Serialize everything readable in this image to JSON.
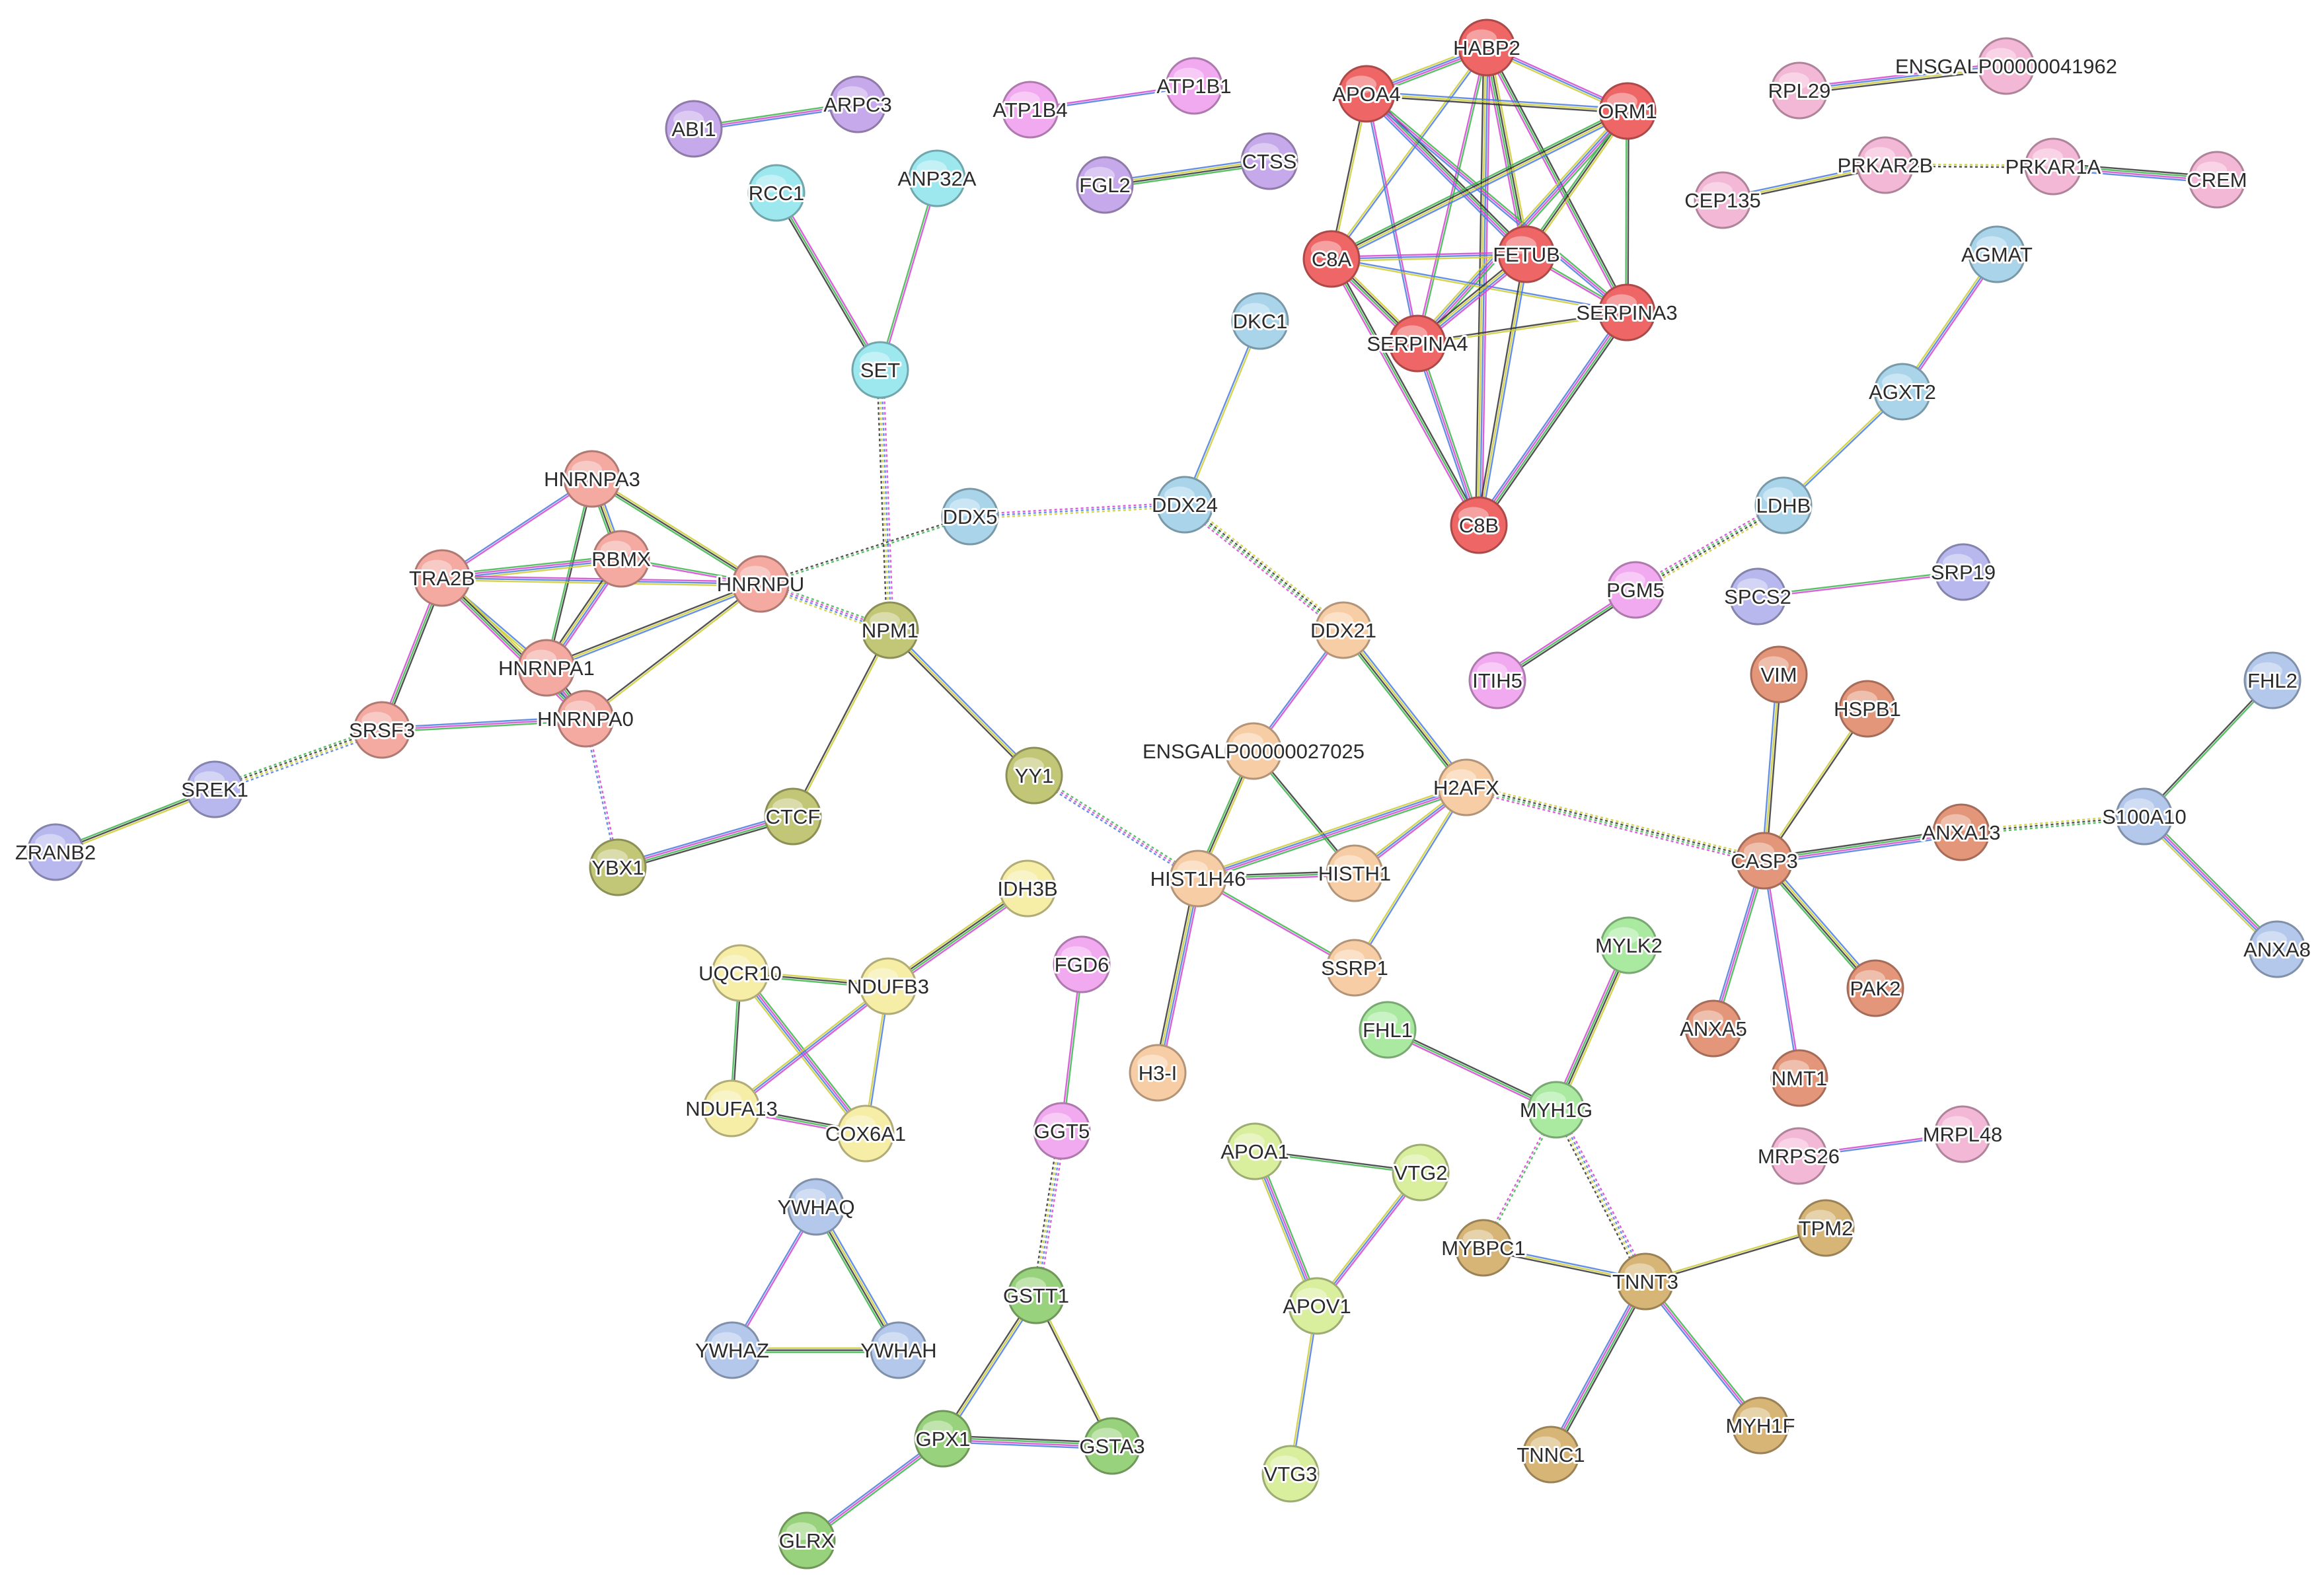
{
  "colors": {
    "red": "#ef6666",
    "salmon": "#f4a9a1",
    "peach": "#f7cda6",
    "coral": "#e4967b",
    "olive": "#c2c777",
    "yellow": "#f6eda6",
    "lightgreen": "#d9ef9e",
    "green": "#99d27c",
    "mint": "#a9eaa0",
    "tan": "#d7b577",
    "cyan": "#9de8ef",
    "skyblue": "#a9d4ea",
    "blue": "#b3c8eb",
    "lavender": "#b8b8ef",
    "purple": "#c6a9ea",
    "magenta": "#f1aaf0",
    "pink": "#f3b8d6"
  },
  "nodes": [
    {
      "id": "HABP2",
      "color": "red"
    },
    {
      "id": "APOA4",
      "color": "red"
    },
    {
      "id": "ORM1",
      "color": "red"
    },
    {
      "id": "C8A",
      "color": "red"
    },
    {
      "id": "FETUB",
      "color": "red"
    },
    {
      "id": "SERPINA3",
      "color": "red"
    },
    {
      "id": "SERPINA4",
      "color": "red"
    },
    {
      "id": "C8B",
      "color": "red"
    },
    {
      "id": "HNRNPA3",
      "color": "salmon"
    },
    {
      "id": "TRA2B",
      "color": "salmon"
    },
    {
      "id": "RBMX",
      "color": "salmon"
    },
    {
      "id": "HNRNPU",
      "color": "salmon"
    },
    {
      "id": "HNRNPA1",
      "color": "salmon"
    },
    {
      "id": "HNRNPA0",
      "color": "salmon"
    },
    {
      "id": "SRSF3",
      "color": "salmon"
    },
    {
      "id": "DDX21",
      "color": "peach"
    },
    {
      "id": "ENSGALP00000027025",
      "color": "peach"
    },
    {
      "id": "H2AFX",
      "color": "peach"
    },
    {
      "id": "HIST1H46",
      "color": "peach"
    },
    {
      "id": "HISTH1",
      "color": "peach"
    },
    {
      "id": "SSRP1",
      "color": "peach"
    },
    {
      "id": "H3-I",
      "color": "peach"
    },
    {
      "id": "VIM",
      "color": "coral"
    },
    {
      "id": "HSPB1",
      "color": "coral"
    },
    {
      "id": "CASP3",
      "color": "coral"
    },
    {
      "id": "ANXA13",
      "color": "coral"
    },
    {
      "id": "ANXA5",
      "color": "coral"
    },
    {
      "id": "NMT1",
      "color": "coral"
    },
    {
      "id": "PAK2",
      "color": "coral"
    },
    {
      "id": "NPM1",
      "color": "olive"
    },
    {
      "id": "YY1",
      "color": "olive"
    },
    {
      "id": "CTCF",
      "color": "olive"
    },
    {
      "id": "YBX1",
      "color": "olive"
    },
    {
      "id": "IDH3B",
      "color": "yellow"
    },
    {
      "id": "UQCR10",
      "color": "yellow"
    },
    {
      "id": "NDUFB3",
      "color": "yellow"
    },
    {
      "id": "NDUFA13",
      "color": "yellow"
    },
    {
      "id": "COX6A1",
      "color": "yellow"
    },
    {
      "id": "APOA1",
      "color": "lightgreen"
    },
    {
      "id": "VTG2",
      "color": "lightgreen"
    },
    {
      "id": "APOV1",
      "color": "lightgreen"
    },
    {
      "id": "VTG3",
      "color": "lightgreen"
    },
    {
      "id": "GSTT1",
      "color": "green"
    },
    {
      "id": "GPX1",
      "color": "green"
    },
    {
      "id": "GSTA3",
      "color": "green"
    },
    {
      "id": "GLRX",
      "color": "green"
    },
    {
      "id": "MYLK2",
      "color": "mint"
    },
    {
      "id": "FHL1",
      "color": "mint"
    },
    {
      "id": "MYH1G",
      "color": "mint"
    },
    {
      "id": "MYBPC1",
      "color": "tan"
    },
    {
      "id": "TNNT3",
      "color": "tan"
    },
    {
      "id": "TPM2",
      "color": "tan"
    },
    {
      "id": "TNNC1",
      "color": "tan"
    },
    {
      "id": "MYH1F",
      "color": "tan"
    },
    {
      "id": "RCC1",
      "color": "cyan"
    },
    {
      "id": "ANP32A",
      "color": "cyan"
    },
    {
      "id": "SET",
      "color": "cyan"
    },
    {
      "id": "AGMAT",
      "color": "skyblue"
    },
    {
      "id": "AGXT2",
      "color": "skyblue"
    },
    {
      "id": "LDHB",
      "color": "skyblue"
    },
    {
      "id": "DKC1",
      "color": "skyblue"
    },
    {
      "id": "DDX5",
      "color": "skyblue"
    },
    {
      "id": "DDX24",
      "color": "skyblue"
    },
    {
      "id": "FHL2",
      "color": "blue"
    },
    {
      "id": "S100A10",
      "color": "blue"
    },
    {
      "id": "ANXA8",
      "color": "blue"
    },
    {
      "id": "YWHAQ",
      "color": "blue"
    },
    {
      "id": "YWHAZ",
      "color": "blue"
    },
    {
      "id": "YWHAH",
      "color": "blue"
    },
    {
      "id": "SREK1",
      "color": "lavender"
    },
    {
      "id": "ZRANB2",
      "color": "lavender"
    },
    {
      "id": "SPCS2",
      "color": "lavender"
    },
    {
      "id": "SRP19",
      "color": "lavender"
    },
    {
      "id": "ABI1",
      "color": "purple"
    },
    {
      "id": "ARPC3",
      "color": "purple"
    },
    {
      "id": "FGL2",
      "color": "purple"
    },
    {
      "id": "CTSS",
      "color": "purple"
    },
    {
      "id": "ATP1B4",
      "color": "magenta"
    },
    {
      "id": "ATP1B1",
      "color": "magenta"
    },
    {
      "id": "FGD6",
      "color": "magenta"
    },
    {
      "id": "GGT5",
      "color": "magenta"
    },
    {
      "id": "PGM5",
      "color": "magenta"
    },
    {
      "id": "ITIH5",
      "color": "magenta"
    },
    {
      "id": "RPL29",
      "color": "pink"
    },
    {
      "id": "ENSGALP00000041962",
      "color": "pink"
    },
    {
      "id": "CEP135",
      "color": "pink"
    },
    {
      "id": "PRKAR2B",
      "color": "pink"
    },
    {
      "id": "PRKAR1A",
      "color": "pink"
    },
    {
      "id": "CREM",
      "color": "pink"
    },
    {
      "id": "MRPS26",
      "color": "pink"
    },
    {
      "id": "MRPL48",
      "color": "pink"
    }
  ],
  "edges": [
    [
      "HABP2",
      "APOA4"
    ],
    [
      "HABP2",
      "ORM1"
    ],
    [
      "HABP2",
      "C8A"
    ],
    [
      "HABP2",
      "FETUB"
    ],
    [
      "HABP2",
      "SERPINA3"
    ],
    [
      "HABP2",
      "SERPINA4"
    ],
    [
      "HABP2",
      "C8B"
    ],
    [
      "APOA4",
      "ORM1"
    ],
    [
      "APOA4",
      "C8A"
    ],
    [
      "APOA4",
      "FETUB"
    ],
    [
      "APOA4",
      "SERPINA3"
    ],
    [
      "APOA4",
      "SERPINA4"
    ],
    [
      "ORM1",
      "C8A"
    ],
    [
      "ORM1",
      "FETUB"
    ],
    [
      "ORM1",
      "SERPINA3"
    ],
    [
      "ORM1",
      "SERPINA4"
    ],
    [
      "C8A",
      "FETUB"
    ],
    [
      "C8A",
      "SERPINA3"
    ],
    [
      "C8A",
      "SERPINA4"
    ],
    [
      "C8A",
      "C8B"
    ],
    [
      "FETUB",
      "SERPINA3"
    ],
    [
      "FETUB",
      "SERPINA4"
    ],
    [
      "FETUB",
      "C8B"
    ],
    [
      "SERPINA3",
      "SERPINA4"
    ],
    [
      "SERPINA3",
      "C8B"
    ],
    [
      "SERPINA4",
      "C8B"
    ],
    [
      "HNRNPA3",
      "TRA2B"
    ],
    [
      "HNRNPA3",
      "RBMX"
    ],
    [
      "HNRNPA3",
      "HNRNPU"
    ],
    [
      "HNRNPA3",
      "HNRNPA1"
    ],
    [
      "TRA2B",
      "RBMX"
    ],
    [
      "TRA2B",
      "HNRNPU"
    ],
    [
      "TRA2B",
      "HNRNPA1"
    ],
    [
      "TRA2B",
      "HNRNPA0"
    ],
    [
      "TRA2B",
      "SRSF3"
    ],
    [
      "RBMX",
      "HNRNPU"
    ],
    [
      "RBMX",
      "HNRNPA1"
    ],
    [
      "HNRNPU",
      "HNRNPA1"
    ],
    [
      "HNRNPU",
      "HNRNPA0"
    ],
    [
      "HNRNPA1",
      "HNRNPA0"
    ],
    [
      "HNRNPA0",
      "SRSF3"
    ],
    [
      "HNRNPA0",
      "YBX1"
    ],
    [
      "SRSF3",
      "SREK1"
    ],
    [
      "SREK1",
      "ZRANB2"
    ],
    [
      "HNRNPU",
      "DDX5"
    ],
    [
      "HNRNPU",
      "NPM1"
    ],
    [
      "DDX5",
      "DDX24"
    ],
    [
      "DDX24",
      "DKC1"
    ],
    [
      "DDX24",
      "DDX21"
    ],
    [
      "SET",
      "RCC1"
    ],
    [
      "SET",
      "ANP32A"
    ],
    [
      "SET",
      "NPM1"
    ],
    [
      "NPM1",
      "YY1"
    ],
    [
      "NPM1",
      "CTCF"
    ],
    [
      "CTCF",
      "YBX1"
    ],
    [
      "YY1",
      "HIST1H46"
    ],
    [
      "DDX21",
      "ENSGALP00000027025"
    ],
    [
      "DDX21",
      "H2AFX"
    ],
    [
      "ENSGALP00000027025",
      "HIST1H46"
    ],
    [
      "ENSGALP00000027025",
      "HISTH1"
    ],
    [
      "H2AFX",
      "HIST1H46"
    ],
    [
      "H2AFX",
      "HISTH1"
    ],
    [
      "H2AFX",
      "SSRP1"
    ],
    [
      "H2AFX",
      "CASP3"
    ],
    [
      "HIST1H46",
      "HISTH1"
    ],
    [
      "HIST1H46",
      "SSRP1"
    ],
    [
      "HIST1H46",
      "H3-I"
    ],
    [
      "CASP3",
      "VIM"
    ],
    [
      "CASP3",
      "HSPB1"
    ],
    [
      "CASP3",
      "ANXA13"
    ],
    [
      "CASP3",
      "ANXA5"
    ],
    [
      "CASP3",
      "NMT1"
    ],
    [
      "CASP3",
      "PAK2"
    ],
    [
      "ANXA13",
      "S100A10"
    ],
    [
      "S100A10",
      "FHL2"
    ],
    [
      "S100A10",
      "ANXA8"
    ],
    [
      "AGMAT",
      "AGXT2"
    ],
    [
      "AGXT2",
      "LDHB"
    ],
    [
      "LDHB",
      "PGM5"
    ],
    [
      "PGM5",
      "ITIH5"
    ],
    [
      "SPCS2",
      "SRP19"
    ],
    [
      "RPL29",
      "ENSGALP00000041962"
    ],
    [
      "CEP135",
      "PRKAR2B"
    ],
    [
      "PRKAR2B",
      "PRKAR1A"
    ],
    [
      "PRKAR1A",
      "CREM"
    ],
    [
      "ABI1",
      "ARPC3"
    ],
    [
      "ATP1B4",
      "ATP1B1"
    ],
    [
      "FGL2",
      "CTSS"
    ],
    [
      "UQCR10",
      "NDUFB3"
    ],
    [
      "UQCR10",
      "NDUFA13"
    ],
    [
      "UQCR10",
      "COX6A1"
    ],
    [
      "NDUFB3",
      "NDUFA13"
    ],
    [
      "NDUFB3",
      "COX6A1"
    ],
    [
      "NDUFB3",
      "IDH3B"
    ],
    [
      "NDUFA13",
      "COX6A1"
    ],
    [
      "FGD6",
      "GGT5"
    ],
    [
      "GGT5",
      "GSTT1"
    ],
    [
      "GSTT1",
      "GPX1"
    ],
    [
      "GSTT1",
      "GSTA3"
    ],
    [
      "GPX1",
      "GSTA3"
    ],
    [
      "GPX1",
      "GLRX"
    ],
    [
      "YWHAQ",
      "YWHAZ"
    ],
    [
      "YWHAQ",
      "YWHAH"
    ],
    [
      "YWHAZ",
      "YWHAH"
    ],
    [
      "APOA1",
      "VTG2"
    ],
    [
      "APOA1",
      "APOV1"
    ],
    [
      "VTG2",
      "APOV1"
    ],
    [
      "APOV1",
      "VTG3"
    ],
    [
      "MYLK2",
      "MYH1G"
    ],
    [
      "FHL1",
      "MYH1G"
    ],
    [
      "MYH1G",
      "MYBPC1"
    ],
    [
      "MYH1G",
      "TNNT3"
    ],
    [
      "MYBPC1",
      "TNNT3"
    ],
    [
      "TNNT3",
      "TPM2"
    ],
    [
      "TNNT3",
      "TNNC1"
    ],
    [
      "TNNT3",
      "MYH1F"
    ],
    [
      "MRPS26",
      "MRPL48"
    ]
  ],
  "dotted_edges": [
    [
      "HNRNPU",
      "DDX5"
    ],
    [
      "HNRNPU",
      "NPM1"
    ],
    [
      "HNRNPA0",
      "YBX1"
    ],
    [
      "SRSF3",
      "SREK1"
    ],
    [
      "SET",
      "NPM1"
    ],
    [
      "DDX24",
      "DDX21"
    ],
    [
      "YY1",
      "HIST1H46"
    ],
    [
      "H2AFX",
      "CASP3"
    ],
    [
      "ANXA13",
      "S100A10"
    ],
    [
      "LDHB",
      "PGM5"
    ],
    [
      "PRKAR2B",
      "PRKAR1A"
    ],
    [
      "GGT5",
      "GSTT1"
    ],
    [
      "MYH1G",
      "MYBPC1"
    ],
    [
      "MYH1G",
      "TNNT3"
    ],
    [
      "DDX5",
      "DDX24"
    ]
  ]
}
